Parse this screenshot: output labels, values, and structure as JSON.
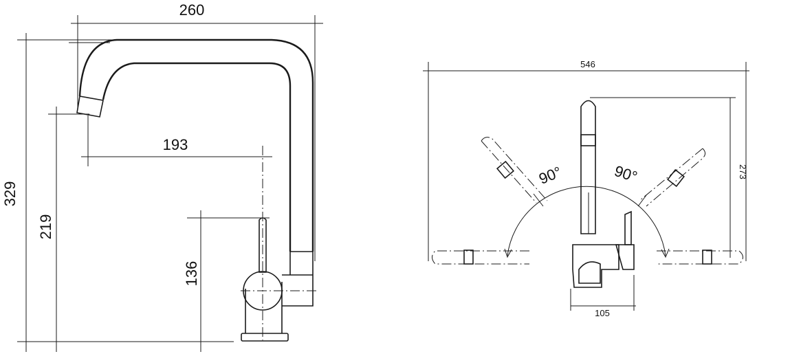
{
  "side_view": {
    "dim_total_height": "329",
    "dim_spout_height": "219",
    "dim_lever_height": "136",
    "dim_width": "260",
    "dim_reach": "193"
  },
  "top_view": {
    "dim_span": "546",
    "dim_height": "273",
    "dim_base": "105",
    "angle_left": "90°",
    "angle_right": "90°"
  }
}
